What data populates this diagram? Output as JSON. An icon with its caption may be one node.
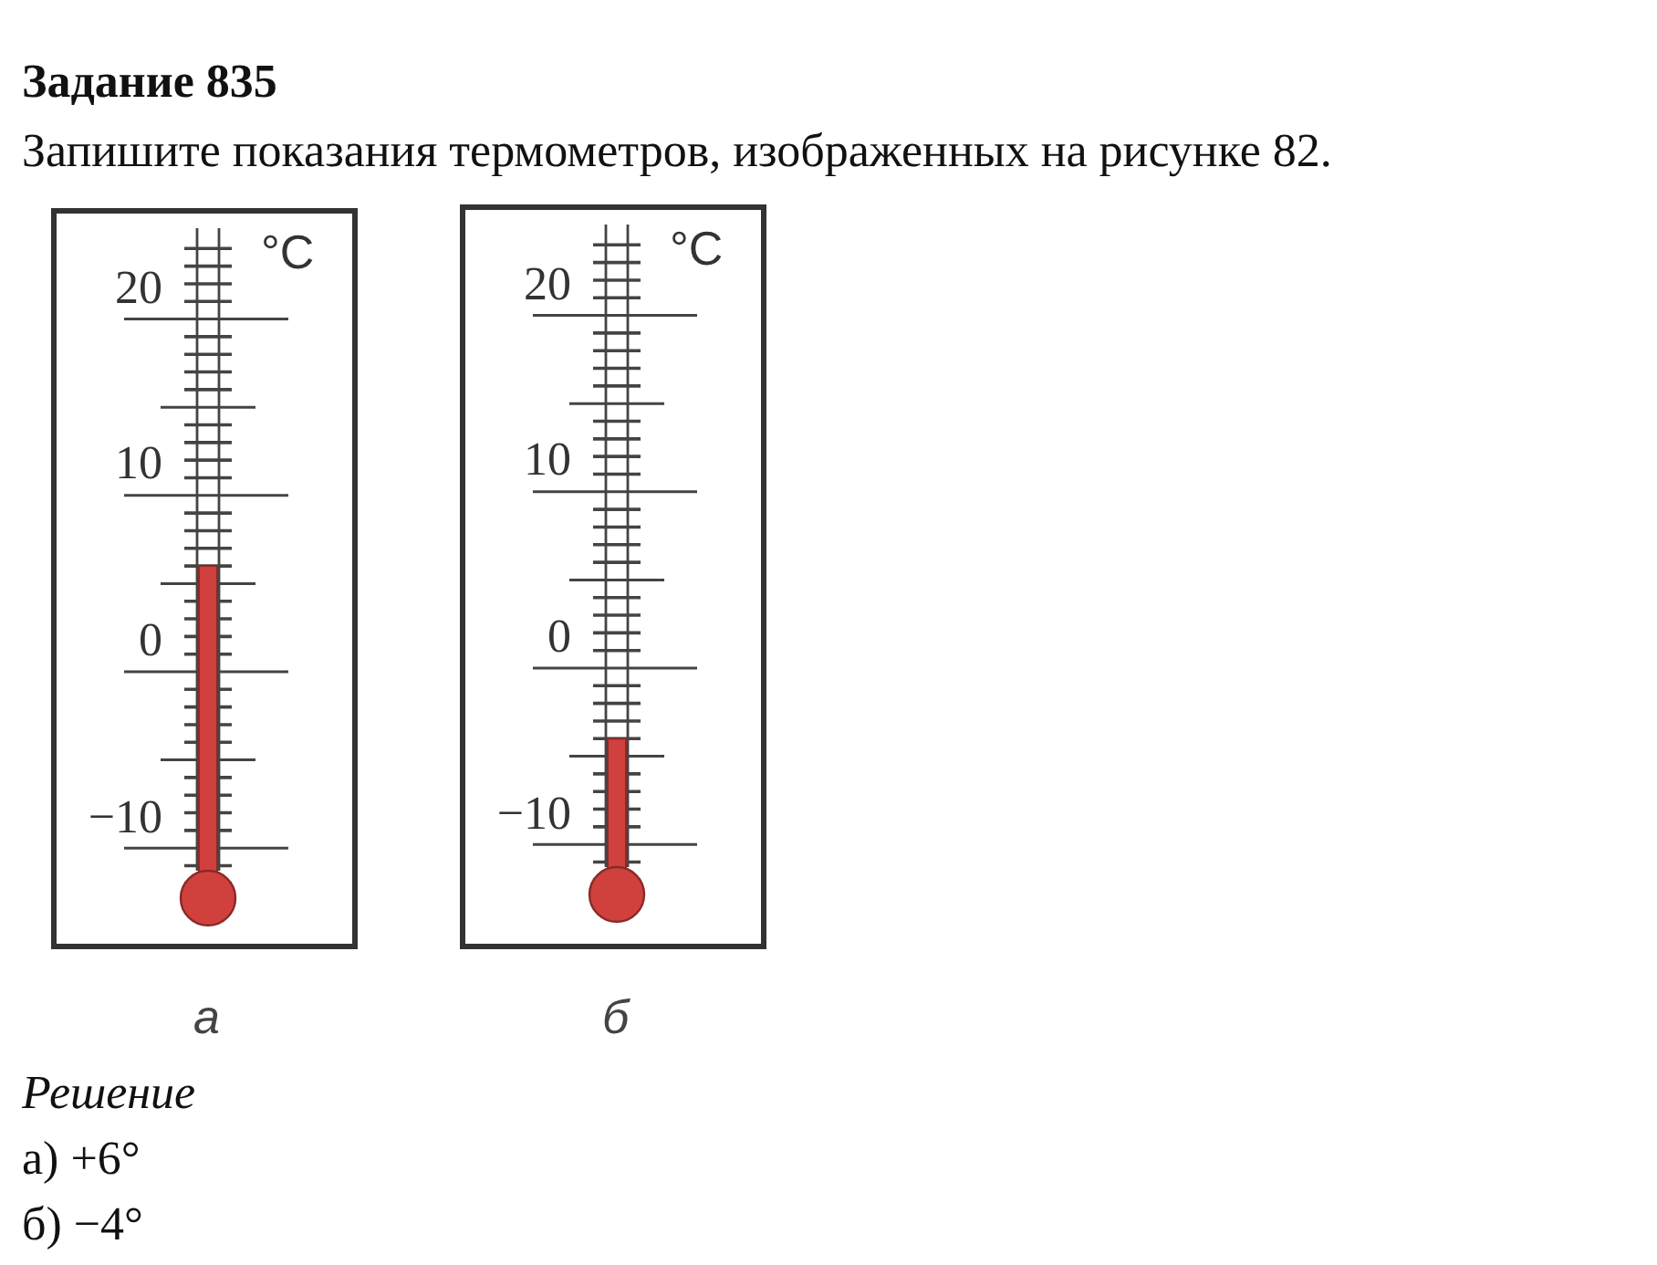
{
  "diagram": {
    "title": "Задание 835",
    "nodes": [
      {
        "text": [
          "°C",
          "20",
          "10",
          "0",
          "−10"
        ],
        "beside": [
          "а"
        ]
      },
      {
        "text": [
          "°C",
          "20",
          "10",
          "0",
          "−10"
        ],
        "beside": [
          "б"
        ]
      }
    ],
    "labels": [
      "Запишите показания термометров, изображенных на рисунке 82.",
      "Решение",
      "а) +6°",
      "б) −4°"
    ]
  }
}
